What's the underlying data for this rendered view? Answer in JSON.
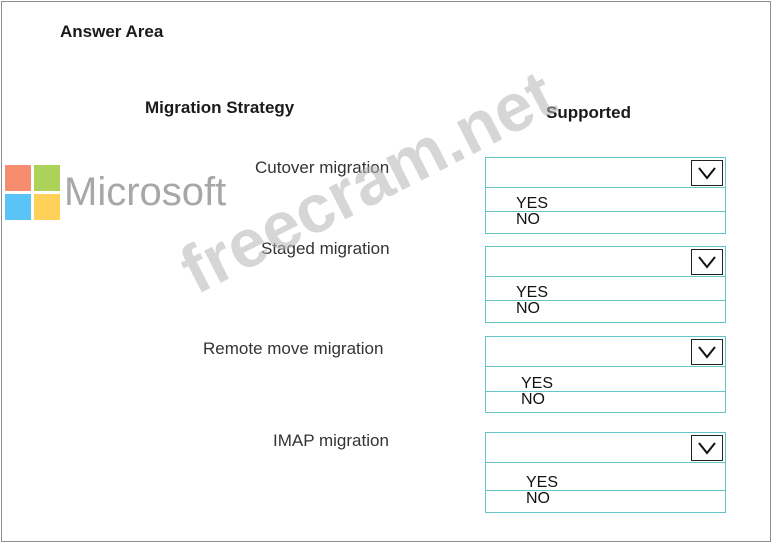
{
  "heading": "Answer Area",
  "columns": {
    "strategy": "Migration Strategy",
    "supported": "Supported"
  },
  "rows": [
    {
      "label": "Cutover migration",
      "options": [
        "YES",
        "NO"
      ],
      "selected": ""
    },
    {
      "label": "Staged migration",
      "options": [
        "YES",
        "NO"
      ],
      "selected": ""
    },
    {
      "label": "Remote move migration",
      "options": [
        "YES",
        "NO"
      ],
      "selected": ""
    },
    {
      "label": "IMAP migration",
      "options": [
        "YES",
        "NO"
      ],
      "selected": ""
    }
  ],
  "brand": {
    "logo_text": "Microsoft",
    "colors": [
      "#f25022",
      "#7fba00",
      "#00a4ef",
      "#ffb900"
    ]
  },
  "watermark": "freecram.net"
}
